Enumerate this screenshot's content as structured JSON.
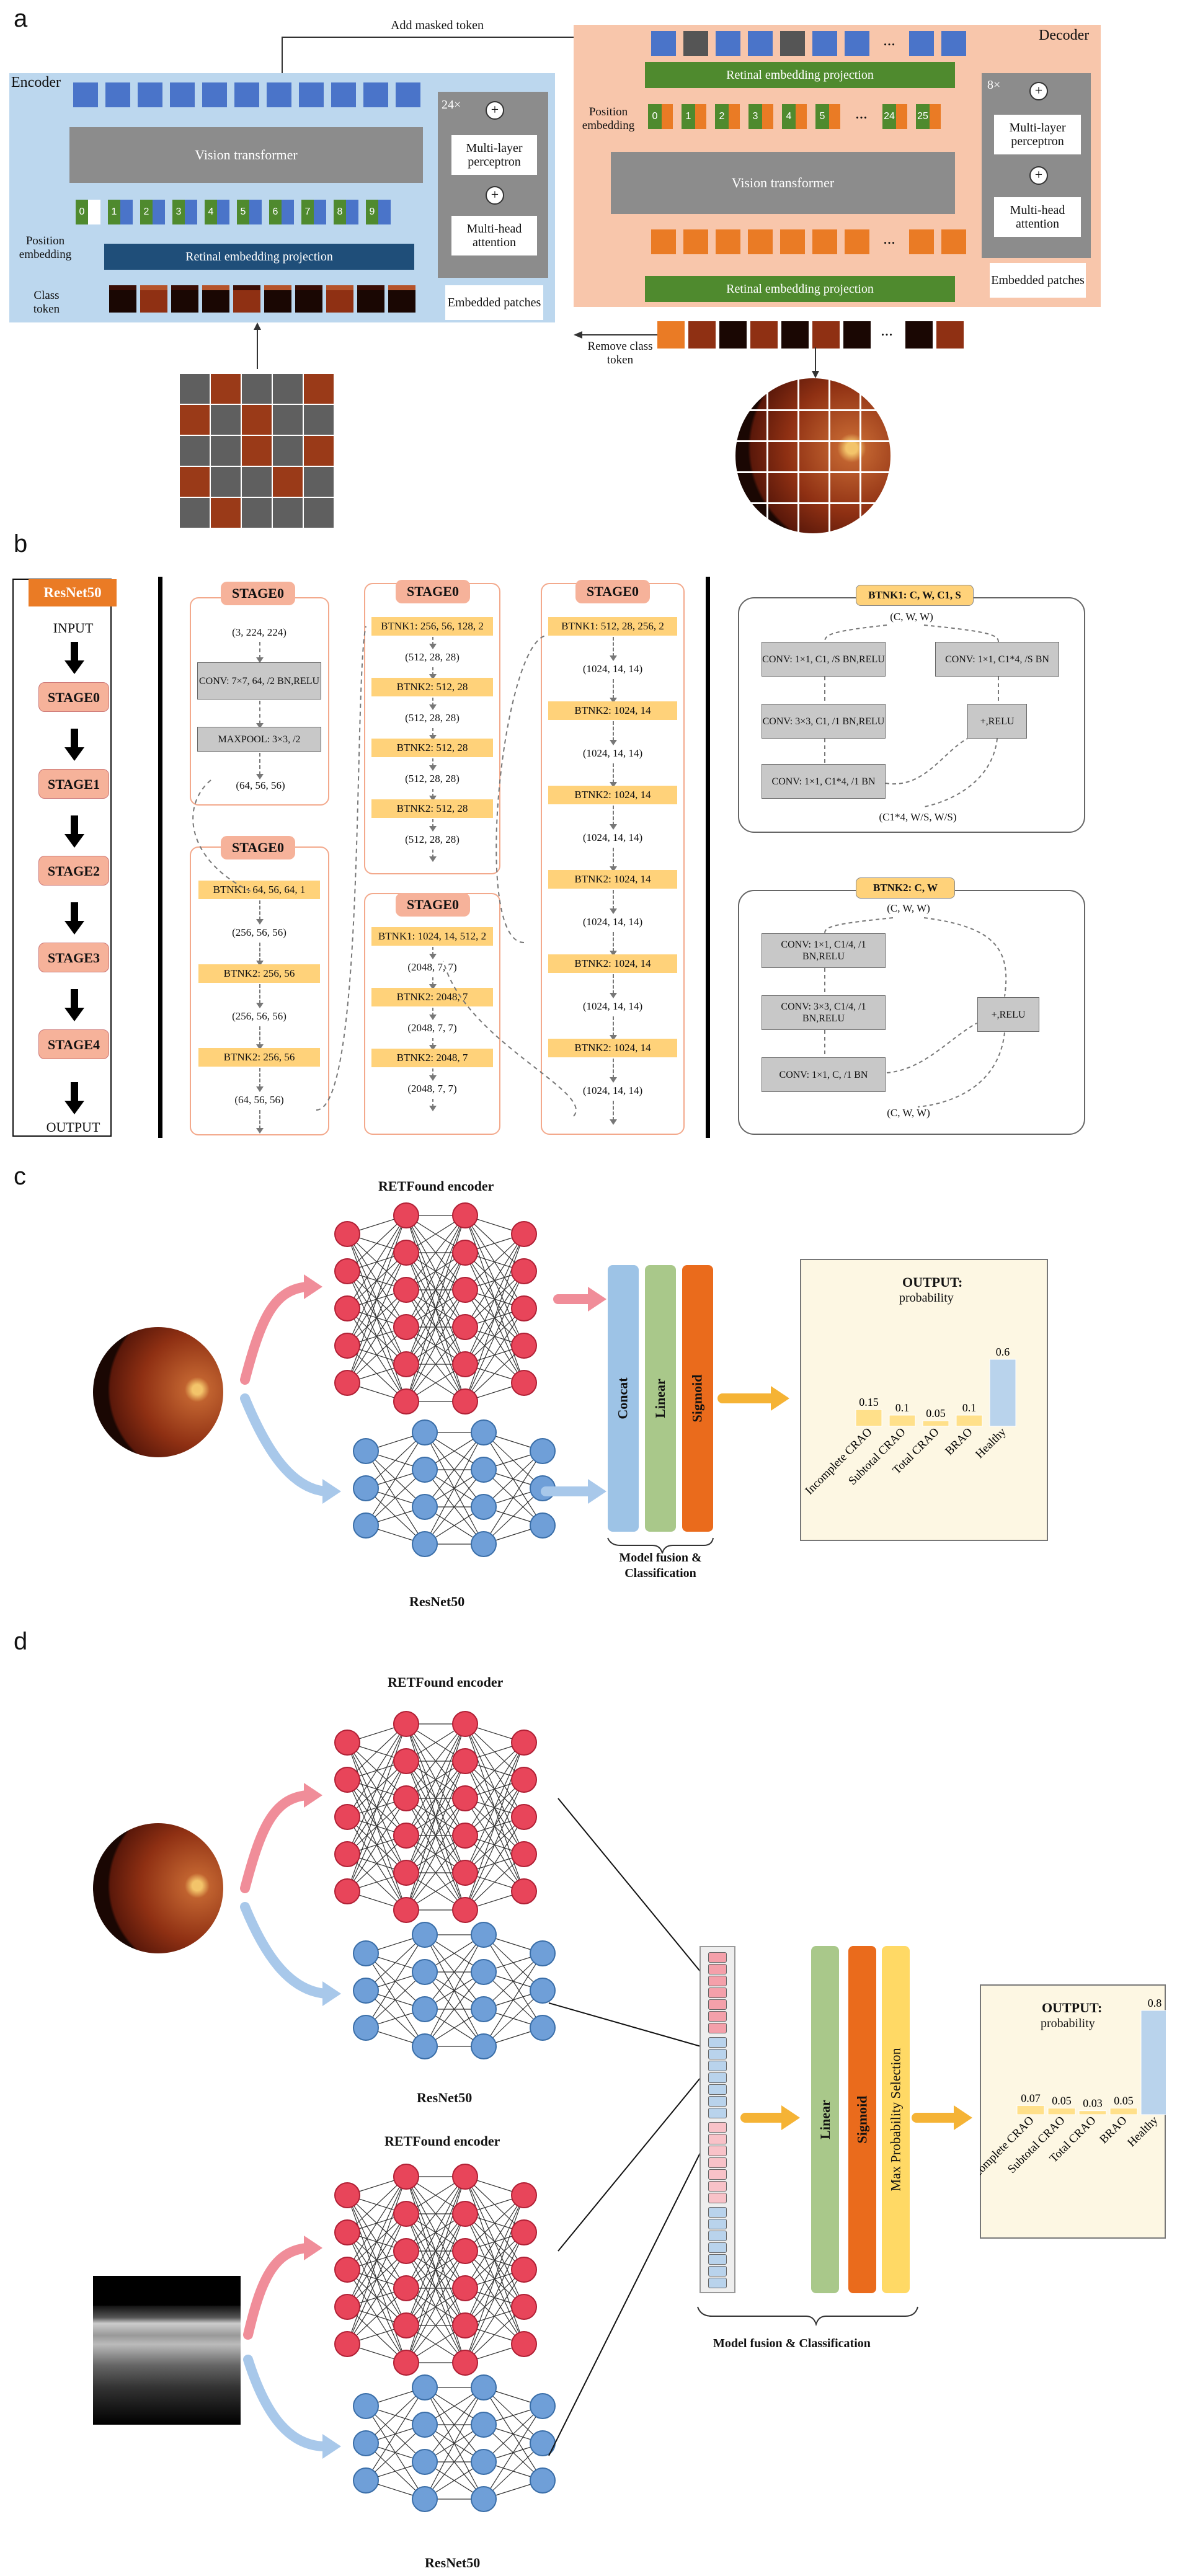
{
  "panels": {
    "a": "a",
    "b": "b",
    "c": "c",
    "d": "d"
  },
  "panel_a": {
    "encoder_title": "Encoder",
    "decoder_title": "Decoder",
    "add_masked_token": "Add masked token",
    "vision_transformer": "Vision transformer",
    "retinal_embedding_projection": "Retinal embedding projection",
    "position_embedding": "Position embedding",
    "class_token": "Class token",
    "remove_class_token": "Remove class token",
    "encoder_repeat": "24×",
    "decoder_repeat": "8×",
    "mlp": "Multi-layer perceptron",
    "mha": "Multi-head attention",
    "embedded_patches": "Embedded patches",
    "encoder_positions": [
      "0",
      "1",
      "2",
      "3",
      "4",
      "5",
      "6",
      "7",
      "8",
      "9"
    ],
    "decoder_positions": [
      "0",
      "1",
      "2",
      "3",
      "4",
      "5",
      "...",
      "24",
      "25"
    ],
    "ellipsis": "..."
  },
  "panel_b": {
    "resnet_title": "ResNet50",
    "pipeline": [
      "INPUT",
      "STAGE0",
      "STAGE1",
      "STAGE2",
      "STAGE3",
      "STAGE4",
      "OUTPUT"
    ],
    "col1": {
      "title_top": "STAGE0",
      "dims_top": [
        "(3,  224, 224)"
      ],
      "conv": "CONV: 7×7, 64, /2 BN,RELU",
      "pool": "MAXPOOL: 3×3, /2",
      "dim_after_pool": "(64,  56, 56)",
      "title_bottom": "STAGE0",
      "blocks": [
        "BTNK1: 64, 56, 64, 1",
        "BTNK2: 256, 56",
        "BTNK2: 256, 56"
      ],
      "dims": [
        "(256,  56, 56)",
        "(256,  56, 56)",
        "(64,  56, 56)"
      ]
    },
    "col2": {
      "title_top": "STAGE0",
      "blocks_top": [
        "BTNK1: 256, 56, 128, 2",
        "BTNK2: 512, 28",
        "BTNK2: 512, 28",
        "BTNK2: 512, 28"
      ],
      "dims_top": [
        "(512,  28, 28)",
        "(512,  28, 28)",
        "(512,  28, 28)",
        "(512,  28, 28)"
      ],
      "title_bottom": "STAGE0",
      "blocks_bottom": [
        "BTNK1: 1024, 14, 512, 2",
        "BTNK2: 2048, 7",
        "BTNK2: 2048, 7"
      ],
      "dims_bottom": [
        "(2048,  7, 7)",
        "(2048,  7, 7)",
        "(2048,  7, 7)"
      ]
    },
    "col3": {
      "title": "STAGE0",
      "blocks": [
        "BTNK1: 512, 28, 256, 2",
        "BTNK2: 1024, 14",
        "BTNK2: 1024, 14",
        "BTNK2: 1024, 14",
        "BTNK2: 1024, 14",
        "BTNK2: 1024, 14"
      ],
      "dims": [
        "(1024,  14, 14)",
        "(1024,  14, 14)",
        "(1024,  14, 14)",
        "(1024,  14, 14)",
        "(1024,  14, 14)",
        "(1024,  14, 14)"
      ]
    },
    "btnk1": {
      "title": "BTNK1: C, W, C1, S",
      "input": "(C,  W, W)",
      "conv_a": "CONV: 1×1, C1, /S BN,RELU",
      "conv_b": "CONV: 3×3, C1, /1 BN,RELU",
      "conv_c": "CONV: 1×1, C1*4, /1 BN",
      "conv_short": "CONV: 1×1, C1*4, /S BN",
      "add": "+,RELU",
      "output": "(C1*4,  W/S, W/S)"
    },
    "btnk2": {
      "title": "BTNK2: C, W",
      "input": "(C,  W, W)",
      "conv_a": "CONV: 1×1, C1/4, /1 BN,RELU",
      "conv_b": "CONV: 3×3, C1/4, /1 BN,RELU",
      "conv_c": "CONV: 1×1, C, /1 BN",
      "add": "+,RELU",
      "output": "(C,  W, W)"
    }
  },
  "panel_c": {
    "retfound": "RETFound encoder",
    "resnet": "ResNet50",
    "bars": [
      "Concat",
      "Linear",
      "Sigmoid"
    ],
    "fusion_label": "Model fusion & Classification",
    "output_title": "OUTPUT:",
    "output_subtitle": "probability"
  },
  "panel_d": {
    "retfound_1": "RETFound encoder",
    "resnet_1": "ResNet50",
    "retfound_2": "RETFound encoder",
    "resnet_2": "ResNet50",
    "bars": [
      "Linear",
      "Sigmoid",
      "Max Probability Selection"
    ],
    "fusion_label": "Model fusion & Classification",
    "output_title": "OUTPUT:",
    "output_subtitle": "probability"
  },
  "chart_data": [
    {
      "type": "bar",
      "title": "OUTPUT:",
      "subtitle": "probability",
      "categories": [
        "Incomplete CRAO",
        "Subtotal CRAO",
        "Total CRAO",
        "BRAO",
        "Healthy"
      ],
      "values": [
        0.15,
        0.1,
        0.05,
        0.1,
        0.6
      ],
      "value_labels": [
        "0.15",
        "0.1",
        "0.05",
        "0.1",
        "0.6"
      ],
      "colors": [
        "#ffe08a",
        "#ffe08a",
        "#ffe08a",
        "#ffe08a",
        "#b9d3ec"
      ]
    },
    {
      "type": "bar",
      "title": "OUTPUT:",
      "subtitle": "probability",
      "categories": [
        "Incomplete CRAO",
        "Subtotal CRAO",
        "Total CRAO",
        "BRAO",
        "Healthy"
      ],
      "values": [
        0.07,
        0.05,
        0.03,
        0.05,
        0.8
      ],
      "value_labels": [
        "0.07",
        "0.05",
        "0.03",
        "0.05",
        "0.8"
      ],
      "colors": [
        "#ffe08a",
        "#ffe08a",
        "#ffe08a",
        "#ffe08a",
        "#b9d3ec"
      ]
    }
  ],
  "colors": {
    "encoder_bg": "#bcd7ee",
    "decoder_bg": "#f8c6ab",
    "blue_token": "#4a74c9",
    "green": "#4f8a2e",
    "orange": "#ea7b25",
    "pink_node": "#e8455a",
    "blue_node": "#6f9fd8"
  }
}
